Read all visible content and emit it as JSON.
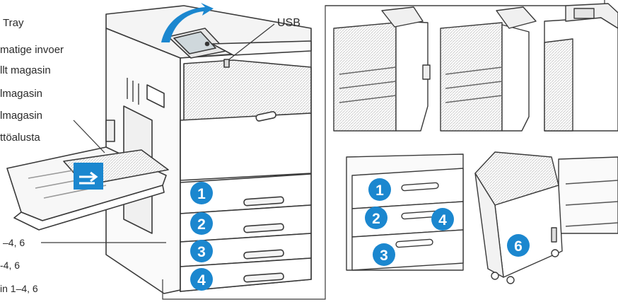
{
  "left_labels": {
    "tray": "Tray",
    "auto_feeder": "matige invoer",
    "built_in_tray": "llt magasin",
    "tray_a": "lmagasin",
    "tray_b": "lmagasin",
    "feed_tray": "ttöalusta"
  },
  "usb_label": "USB",
  "bottom_labels": {
    "trays_a": "–4, 6",
    "trays_b": "-4, 6",
    "trays_c": "in 1–4, 6"
  },
  "tray_numbers": {
    "main": [
      "1",
      "2",
      "3",
      "4"
    ],
    "alt": [
      "1",
      "2",
      "4",
      "3"
    ],
    "hcf": "6"
  },
  "colors": {
    "accent": "#1b87cf",
    "line": "#3a3a3a",
    "bg": "#ffffff"
  },
  "icons": [
    "bypass-tray-arrow-icon"
  ]
}
